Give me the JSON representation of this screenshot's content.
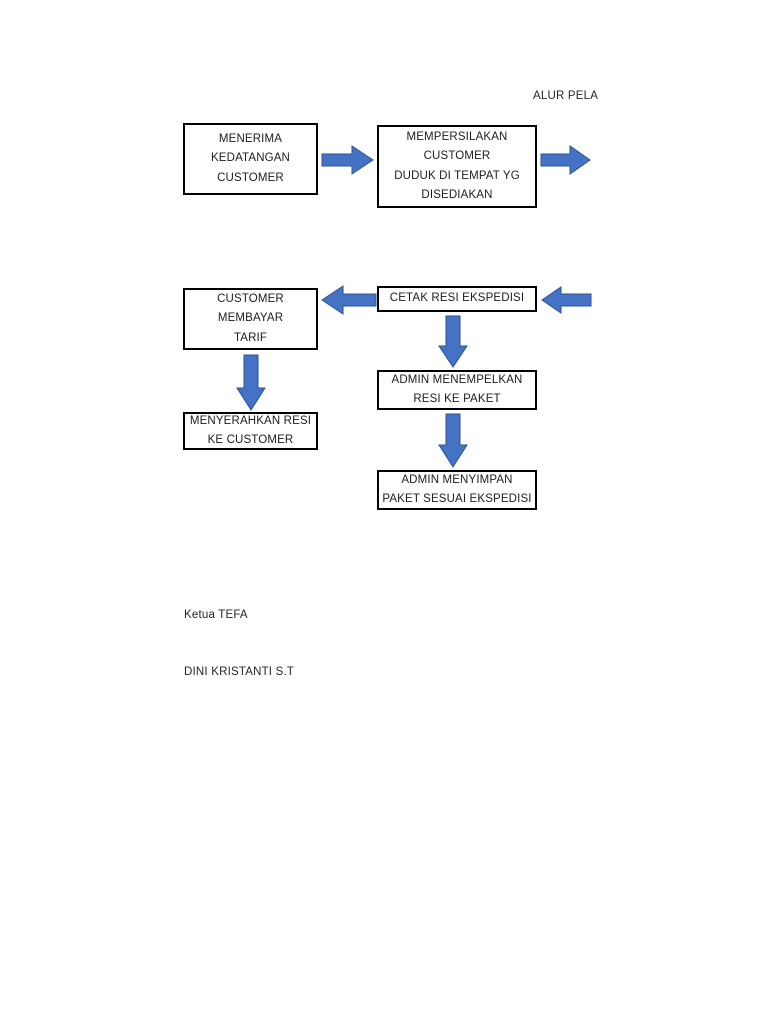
{
  "document": {
    "title": "ALUR PELA",
    "title_note": "title truncated at page edge"
  },
  "flowchart": {
    "nodes": [
      {
        "id": "menerima",
        "lines": [
          "MENERIMA",
          "KEDATANGAN",
          "CUSTOMER"
        ]
      },
      {
        "id": "mempersilakan",
        "lines": [
          "MEMPERSILAKAN",
          "CUSTOMER",
          "DUDUK DI TEMPAT YG",
          "DISEDIAKAN"
        ]
      },
      {
        "id": "membayar",
        "lines": [
          "CUSTOMER",
          "MEMBAYAR",
          "TARIF"
        ]
      },
      {
        "id": "cetak-resi",
        "lines": [
          "CETAK RESI EKSPEDISI"
        ]
      },
      {
        "id": "menempelkan",
        "lines": [
          "ADMIN MENEMPELKAN",
          "RESI KE PAKET"
        ]
      },
      {
        "id": "menyerahkan",
        "lines": [
          "MENYERAHKAN RESI",
          "KE CUSTOMER"
        ]
      },
      {
        "id": "menyimpan",
        "lines": [
          "ADMIN MENYIMPAN",
          "PAKET SESUAI EKSPEDISI"
        ]
      }
    ],
    "connectors": [
      {
        "id": "arrow-1",
        "direction": "right",
        "from": "menerima",
        "to": "mempersilakan"
      },
      {
        "id": "arrow-2",
        "direction": "right",
        "from": "mempersilakan",
        "to": "off-page"
      },
      {
        "id": "arrow-3",
        "direction": "left",
        "from": "off-page",
        "to": "cetak-resi"
      },
      {
        "id": "arrow-4",
        "direction": "left",
        "from": "cetak-resi",
        "to": "membayar"
      },
      {
        "id": "arrow-5",
        "direction": "down",
        "from": "membayar",
        "to": "menyerahkan"
      },
      {
        "id": "arrow-6",
        "direction": "down",
        "from": "cetak-resi",
        "to": "menempelkan"
      },
      {
        "id": "arrow-7",
        "direction": "down",
        "from": "menempelkan",
        "to": "menyimpan"
      }
    ],
    "colors": {
      "arrow_fill": "#4472C4",
      "arrow_stroke": "#2F528F",
      "node_border": "#000000",
      "node_fill": "#FFFFFF",
      "text": "#1C1C1C"
    }
  },
  "signature": {
    "role": "Ketua TEFA",
    "name": "DINI KRISTANTI S.T"
  }
}
